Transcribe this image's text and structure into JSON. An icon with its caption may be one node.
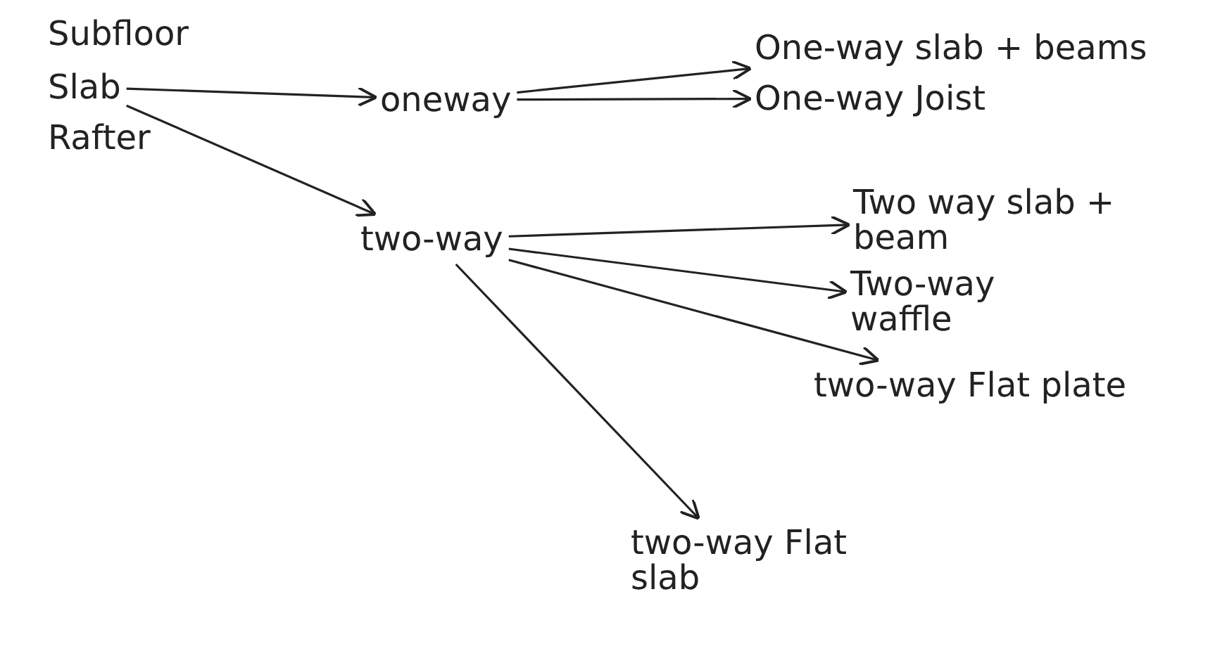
{
  "diagram": {
    "nodes": [
      {
        "text": [
          "Slab"
        ]
      },
      {
        "text": [
          "oneway"
        ]
      },
      {
        "text": [
          "two-way"
        ]
      },
      {
        "text": [
          "One-way slab + beams"
        ]
      },
      {
        "text": [
          "One-way Joist"
        ]
      },
      {
        "text": [
          "Two way slab + beam"
        ]
      },
      {
        "text": [
          "Two-way waffle"
        ]
      },
      {
        "text": [
          "two-way Flat plate"
        ]
      },
      {
        "text": [
          "two-way Flat slab"
        ]
      }
    ],
    "edges": [
      {
        "from": 0,
        "to": 1,
        "arrow": "to"
      },
      {
        "from": 0,
        "to": 2,
        "arrow": "to"
      },
      {
        "from": 1,
        "to": 3,
        "arrow": "to"
      },
      {
        "from": 1,
        "to": 4,
        "arrow": "to"
      },
      {
        "from": 2,
        "to": 5,
        "arrow": "to"
      },
      {
        "from": 2,
        "to": 6,
        "arrow": "to"
      },
      {
        "from": 2,
        "to": 7,
        "arrow": "to"
      },
      {
        "from": 2,
        "to": 8,
        "arrow": "to"
      }
    ],
    "labels": [
      "Subfloor",
      "Rafter"
    ]
  }
}
